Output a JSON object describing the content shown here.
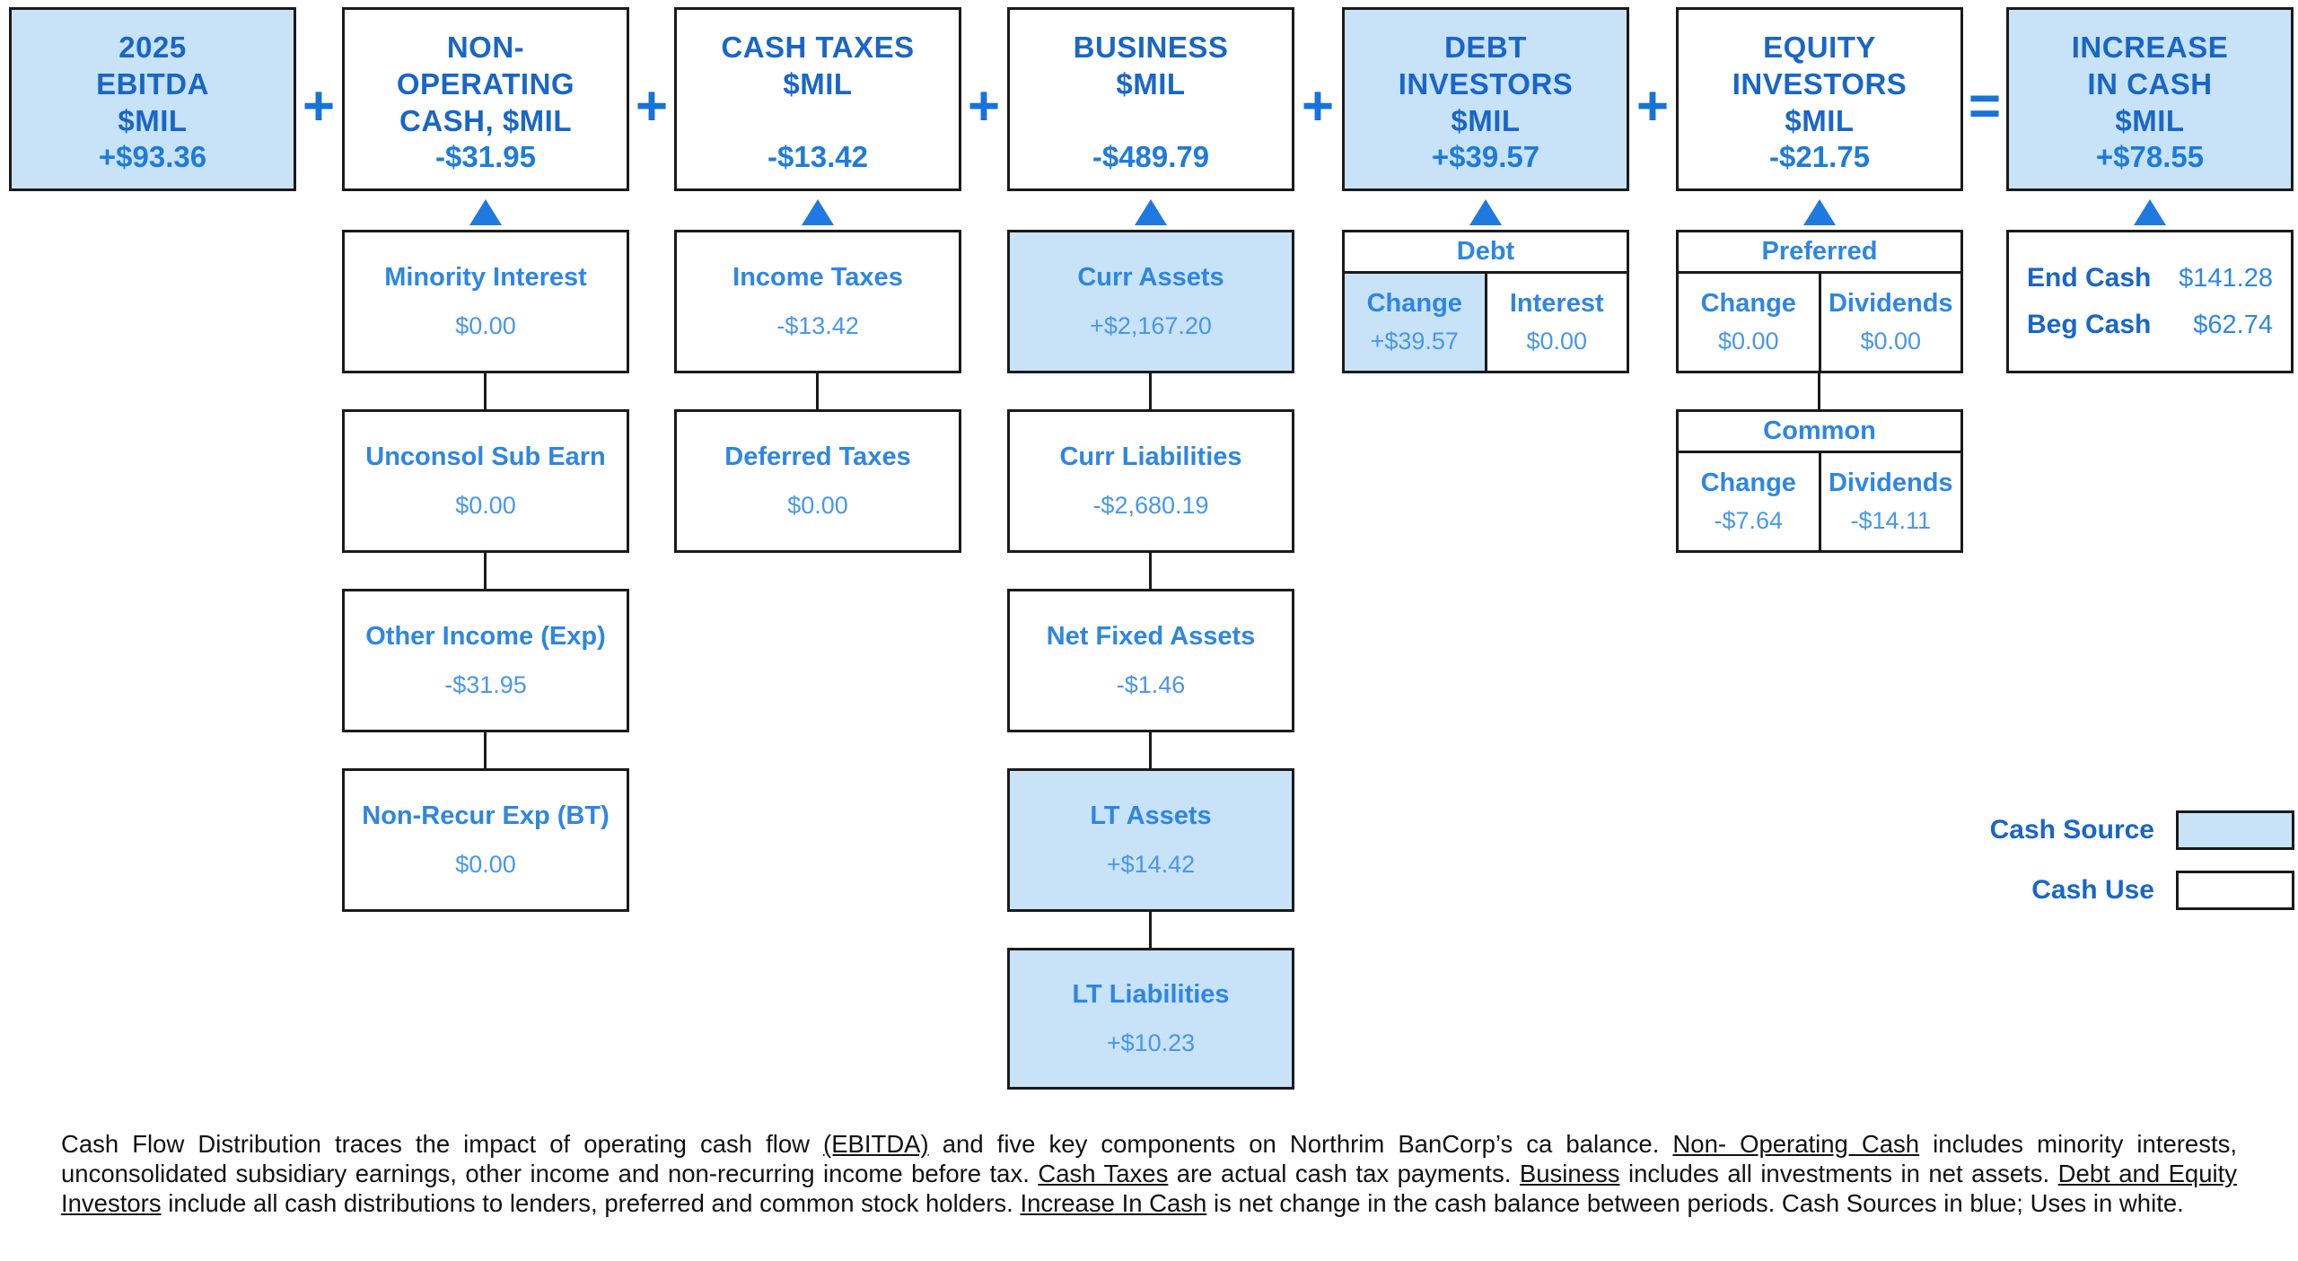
{
  "palette": {
    "source_fill": "#C8E2F7",
    "use_fill": "#FFFFFF",
    "border": "#1A1A1A",
    "header_title_blue": "#1966C8",
    "header_value_blue": "#1E7CD9",
    "box_title_blue": "#2E86E4",
    "box_value_blue": "#4897EA",
    "operator_blue": "#1773D8",
    "triangle_blue": "#1E7AE0",
    "footnote_color": "#111111"
  },
  "operators": [
    "+",
    "+",
    "+",
    "+",
    "+",
    "="
  ],
  "columns": [
    {
      "header": {
        "title": "2025\nEBITDA\n$MIL",
        "value": "+$93.36",
        "fill": "source"
      }
    },
    {
      "header": {
        "title": "NON-\nOPERATING\nCASH, $MIL",
        "value": "-$31.95",
        "fill": "use"
      }
    },
    {
      "header": {
        "title": "CASH TAXES\n$MIL",
        "value": "-$13.42",
        "fill": "use"
      }
    },
    {
      "header": {
        "title": "BUSINESS\n$MIL",
        "value": "-$489.79",
        "fill": "use"
      }
    },
    {
      "header": {
        "title": "DEBT\nINVESTORS\n$MIL",
        "value": "+$39.57",
        "fill": "source"
      }
    },
    {
      "header": {
        "title": "EQUITY\nINVESTORS\n$MIL",
        "value": "-$21.75",
        "fill": "use"
      }
    },
    {
      "header": {
        "title": "INCREASE\nIN CASH\n$MIL",
        "value": "+$78.55",
        "fill": "source"
      }
    }
  ],
  "boxes": {
    "minority_interest": {
      "title": "Minority Interest",
      "value": "$0.00",
      "fill": "use"
    },
    "unconsol_sub_earn": {
      "title": "Unconsol Sub Earn",
      "value": "$0.00",
      "fill": "use"
    },
    "other_income_exp": {
      "title": "Other Income (Exp)",
      "value": "-$31.95",
      "fill": "use"
    },
    "non_recur_exp_bt": {
      "title": "Non-Recur Exp (BT)",
      "value": "$0.00",
      "fill": "use"
    },
    "income_taxes": {
      "title": "Income Taxes",
      "value": "-$13.42",
      "fill": "use"
    },
    "deferred_taxes": {
      "title": "Deferred Taxes",
      "value": "$0.00",
      "fill": "use"
    },
    "curr_assets": {
      "title": "Curr Assets",
      "value": "+$2,167.20",
      "fill": "source"
    },
    "curr_liabilities": {
      "title": "Curr Liabilities",
      "value": "-$2,680.19",
      "fill": "use"
    },
    "net_fixed_assets": {
      "title": "Net Fixed Assets",
      "value": "-$1.46",
      "fill": "use"
    },
    "lt_assets": {
      "title": "LT Assets",
      "value": "+$14.42",
      "fill": "source"
    },
    "lt_liabilities": {
      "title": "LT Liabilities",
      "value": "+$10.23",
      "fill": "source"
    }
  },
  "tables": {
    "debt": {
      "header": "Debt",
      "cells": [
        {
          "label": "Change",
          "value": "+$39.57",
          "fill": "source"
        },
        {
          "label": "Interest",
          "value": "$0.00",
          "fill": "use"
        }
      ]
    },
    "preferred": {
      "header": "Preferred",
      "cells": [
        {
          "label": "Change",
          "value": "$0.00",
          "fill": "use"
        },
        {
          "label": "Dividends",
          "value": "$0.00",
          "fill": "use"
        }
      ]
    },
    "common": {
      "header": "Common",
      "cells": [
        {
          "label": "Change",
          "value": "-$7.64",
          "fill": "use"
        },
        {
          "label": "Dividends",
          "value": "-$14.11",
          "fill": "use"
        }
      ]
    }
  },
  "cash_summary": {
    "rows": [
      {
        "label": "End Cash",
        "value": "$141.28"
      },
      {
        "label": "Beg Cash",
        "value": "$62.74"
      }
    ]
  },
  "legend": {
    "source_label": "Cash Source",
    "use_label": "Cash Use"
  },
  "footnote": {
    "segments": [
      "Cash Flow Distribution traces the impact of operating cash flow ",
      "(EBITDA)",
      " and five key components on Northrim BanCorp’s ca balance.  ",
      "Non- Operating Cash",
      " includes minority interests, unconsolidated subsidiary earnings, other income and non-recurring income before tax.  ",
      "Cash Taxes",
      " are actual cash tax payments.  ",
      "Business",
      " includes all investments in net assets.  ",
      "Debt and Equity Investors",
      " include all cash distributions to lenders, preferred and common stock holders.  ",
      "Increase In Cash",
      " is net change in the cash balance between periods.  Cash Sources in blue; Uses in white."
    ]
  }
}
